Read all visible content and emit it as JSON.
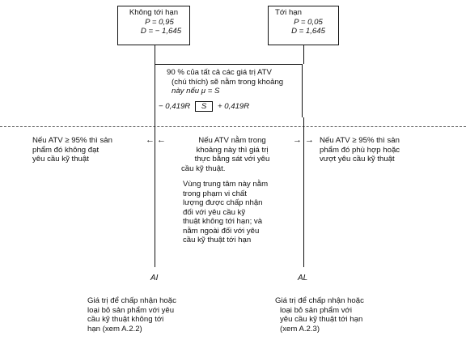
{
  "left_box": {
    "title": "Không tới hạn",
    "p_line": "P = 0,95",
    "d_line": "D = − 1,645"
  },
  "right_box": {
    "title": "Tới hạn",
    "p_line": "P = 0,05",
    "d_line": "D = 1,645"
  },
  "center_box": {
    "line1": "90 % của tất cả các giá trị ATV",
    "line2": "(chú thích) sẽ nằm trong khoảng",
    "line3": "này nếu μ = S",
    "range_left": "− 0,419R",
    "range_mid": "S",
    "range_right": "+ 0,419R"
  },
  "left_note": {
    "l1": "Nếu ATV ≥ 95% thì sản",
    "l2": "phẩm đó không đạt",
    "l3": "yêu cầu kỹ thuật"
  },
  "right_note": {
    "l1": "Nếu ATV ≥ 95% thì sản",
    "l2": "phẩm đó phù hợp hoặc",
    "l3": "vượt yêu cầu kỹ thuật"
  },
  "center_note": {
    "l1": "Nếu ATV nằm trong",
    "l2": "khoảng này thì giá trị",
    "l3": "thực bằng sát với yêu",
    "l4": "cầu kỹ thuật."
  },
  "center_note2": {
    "l1": "Vùng trung tâm này nằm",
    "l2": "trong phạm vi chất",
    "l3": "lượng được chấp nhận",
    "l4": "đối với yêu cầu kỹ",
    "l5": "thuật không tới hạn; và",
    "l6": "nằm ngoài đối với yêu",
    "l7": "cầu kỹ thuật tới hạn"
  },
  "label_al_left": "AI",
  "label_al_right": "AL",
  "bottom_left": {
    "l1": "Giá trị để chấp nhận hoặc",
    "l2": "loại bỏ sản phẩm với yêu",
    "l3": "cầu kỹ thuật không tới",
    "l4": "hạn (xem A.2.2)"
  },
  "bottom_right": {
    "l1": "Giá trị để chấp nhận hoặc",
    "l2": "loại bỏ sản phẩm với",
    "l3": "yêu cầu kỹ thuật tới hạn",
    "l4": "(xem A.2.3)"
  }
}
